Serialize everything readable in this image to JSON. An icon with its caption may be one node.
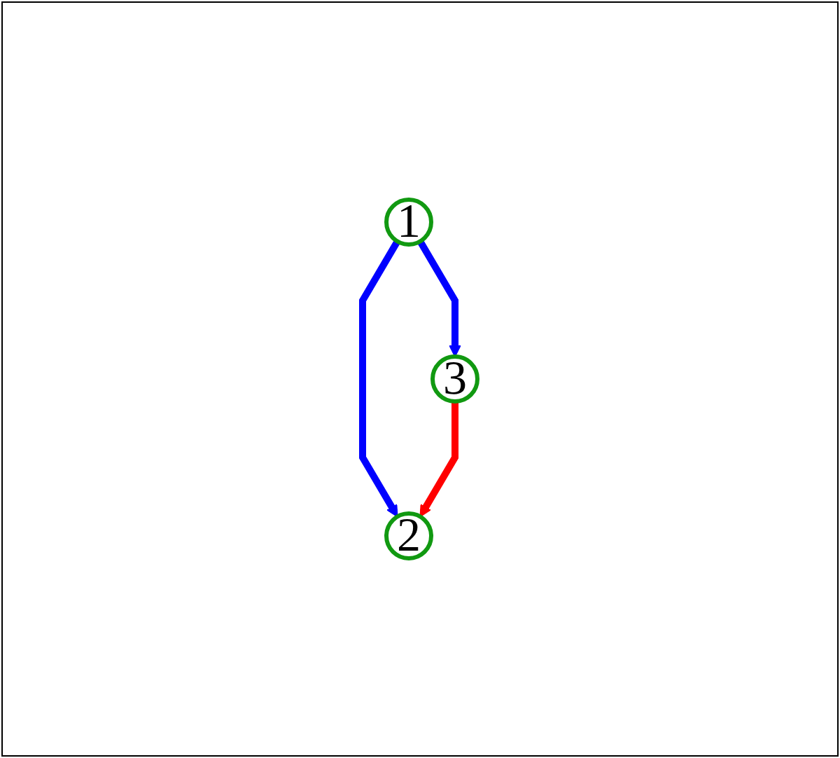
{
  "diagram": {
    "nodes": [
      {
        "text": [
          "1"
        ]
      },
      {
        "text": [
          "2"
        ]
      },
      {
        "text": [
          "3"
        ]
      }
    ],
    "edges": [
      {
        "from": 0,
        "to": 1,
        "arrow": "to"
      },
      {
        "from": 0,
        "to": 2,
        "arrow": "to"
      },
      {
        "from": 2,
        "to": 1,
        "arrow": "to",
        "color": "#ff0000"
      }
    ]
  }
}
